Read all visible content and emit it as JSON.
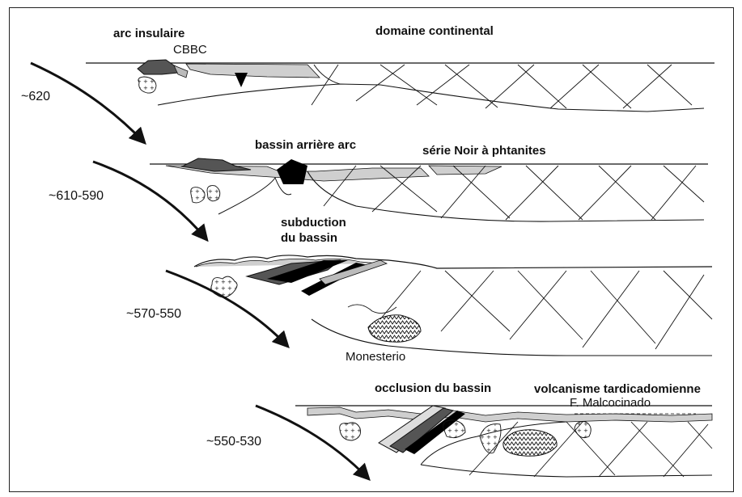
{
  "stages": [
    {
      "age": "~620",
      "labels": {
        "arc": "arc insulaire",
        "cbbc": "CBBC",
        "domain": "domaine continental"
      }
    },
    {
      "age": "~610-590",
      "labels": {
        "basin": "bassin arrière arc",
        "serie": "série Noir à phtanites"
      }
    },
    {
      "age": "~570-550",
      "labels": {
        "subduction_1": "subduction",
        "subduction_2": "du bassin",
        "monesterio": "Monesterio"
      }
    },
    {
      "age": "~550-530",
      "labels": {
        "occlusion": "occlusion du bassin",
        "volcanism": "volcanisme tardicadomienne",
        "malcocinado": "F. Malcocinado"
      }
    }
  ],
  "colors": {
    "ink": "#111111",
    "dark_fill": "#555555",
    "light_fill": "#bdbdbd",
    "black_fill": "#000000"
  }
}
